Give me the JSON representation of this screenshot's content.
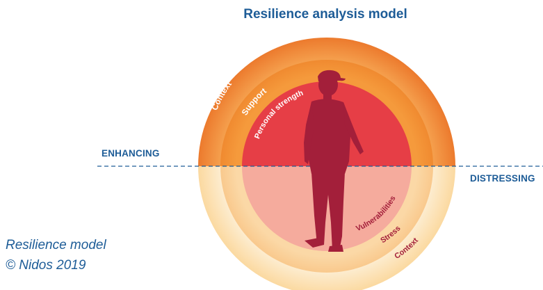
{
  "title": "Resilience analysis model",
  "labels": {
    "enhancing": "ENHANCING",
    "distressing": "DISTRESSING"
  },
  "rings_upper": [
    "Context",
    "Support",
    "Personal strength"
  ],
  "rings_lower": [
    "Vulnerabilities",
    "Stress",
    "Context"
  ],
  "caption": {
    "line1": "Resilience model",
    "line2": "© Nidos 2019"
  },
  "colors": {
    "title": "#1d5c97",
    "outer_upper": "#f08a3e",
    "middle_upper": "#f5a24a",
    "inner_upper": "#e63d46",
    "outer_lower": "#fde8c4",
    "middle_lower": "#fbd7a8",
    "inner_lower": "#f4a99c",
    "figure": "#a31f3a",
    "lower_text": "#a31f3a"
  }
}
